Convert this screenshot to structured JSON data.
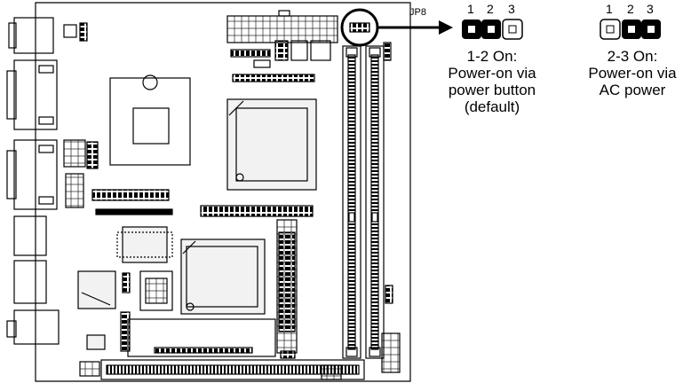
{
  "jumper": {
    "id": "JP8",
    "pin_numbers": [
      "1",
      "2",
      "3"
    ],
    "setting_a": {
      "lines": [
        "1-2 On:",
        "Power-on via",
        "power button",
        "(default)"
      ],
      "pins_on": [
        1,
        2
      ]
    },
    "setting_b": {
      "lines": [
        "2-3 On:",
        "Power-on via",
        "AC power"
      ],
      "pins_on": [
        2,
        3
      ]
    }
  },
  "colors": {
    "line": "#000000",
    "chip_fill": "#f2f2f2",
    "background": "#ffffff"
  }
}
